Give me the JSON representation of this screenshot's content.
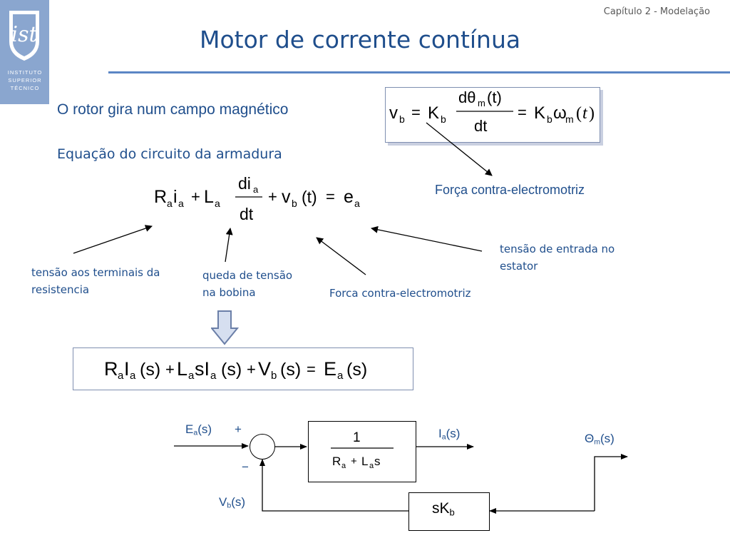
{
  "header": {
    "chapter": "Capítulo 2 - Modelação",
    "title": "Motor de corrente contínua"
  },
  "logo": {
    "lines": [
      "INSTITUTO",
      "SUPERIOR",
      "TÉCNICO"
    ]
  },
  "text": {
    "rotor": "O rotor gira num campo magnético",
    "armadura": "Equação do circuito da armadura",
    "forca_contra_1": "Força contra-electromotriz",
    "tensao_resistencia_1": "tensão aos terminais da",
    "tensao_resistencia_2": "resistencia",
    "queda_1": "queda de tensão",
    "queda_2": "na bobina",
    "forca_contra_2": "Forca contra-electromotriz",
    "entrada_1": "tensão de entrada no",
    "entrada_2": "estator"
  },
  "block_diagram": {
    "input": "E",
    "input_sub": "a",
    "input_arg": "(s)",
    "plus": "+",
    "minus": "−",
    "tf_num": "1",
    "output_current": "I",
    "output_current_sub": "a",
    "output_current_arg": "(s)",
    "output_angle": "Θ",
    "output_angle_sub": "m",
    "output_angle_arg": "(s)",
    "feedback": "V",
    "feedback_sub": "b",
    "feedback_arg": "(s)",
    "gain": "sK",
    "gain_sub": "b"
  },
  "colors": {
    "accent": "#1f4e8c",
    "rule": "#5b86c5",
    "logo_bg": "#8aa6cf"
  }
}
